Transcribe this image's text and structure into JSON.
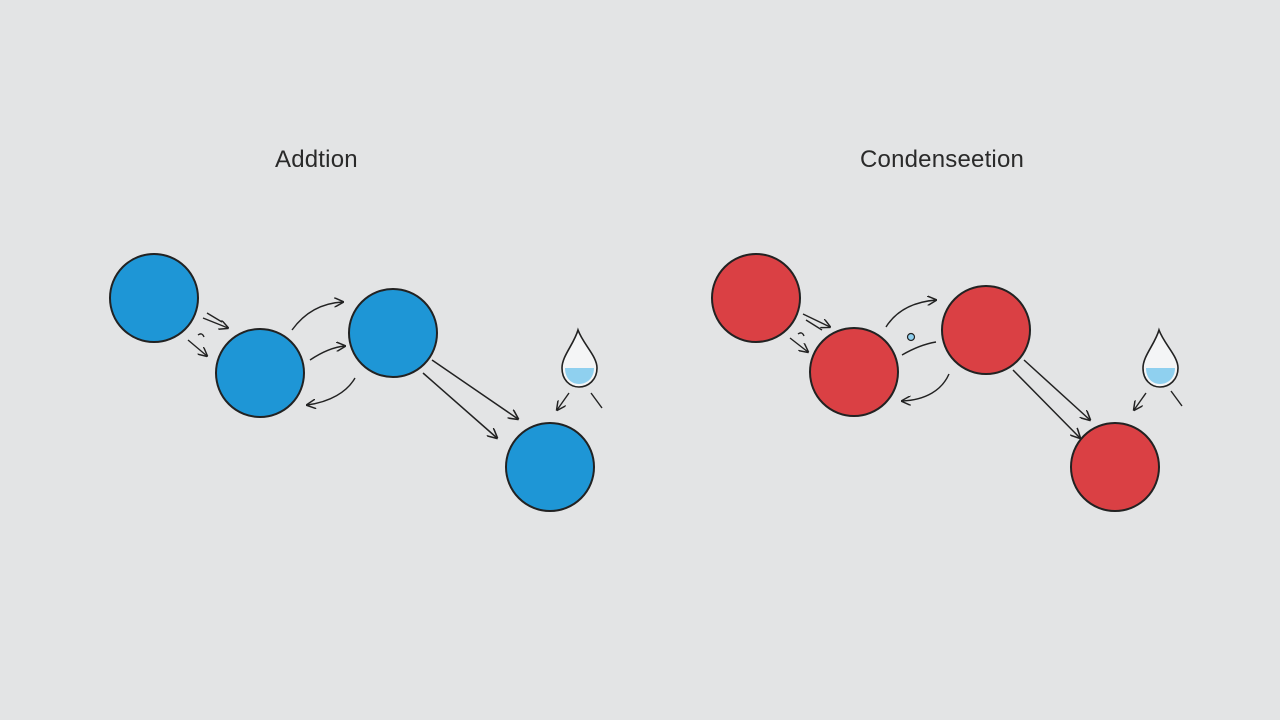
{
  "colors": {
    "background": "#e3e4e5",
    "outline": "#222222",
    "addition_fill": "#1e96d6",
    "condensation_fill": "#da4044",
    "water": "#8fd0ef"
  },
  "addition": {
    "title": "Addtion",
    "molecules": 4,
    "icons": [
      "arrow-icon",
      "water-drop-icon"
    ]
  },
  "condensation": {
    "title": "Condenseetion",
    "molecules": 4,
    "icons": [
      "arrow-icon",
      "water-drop-icon"
    ]
  }
}
